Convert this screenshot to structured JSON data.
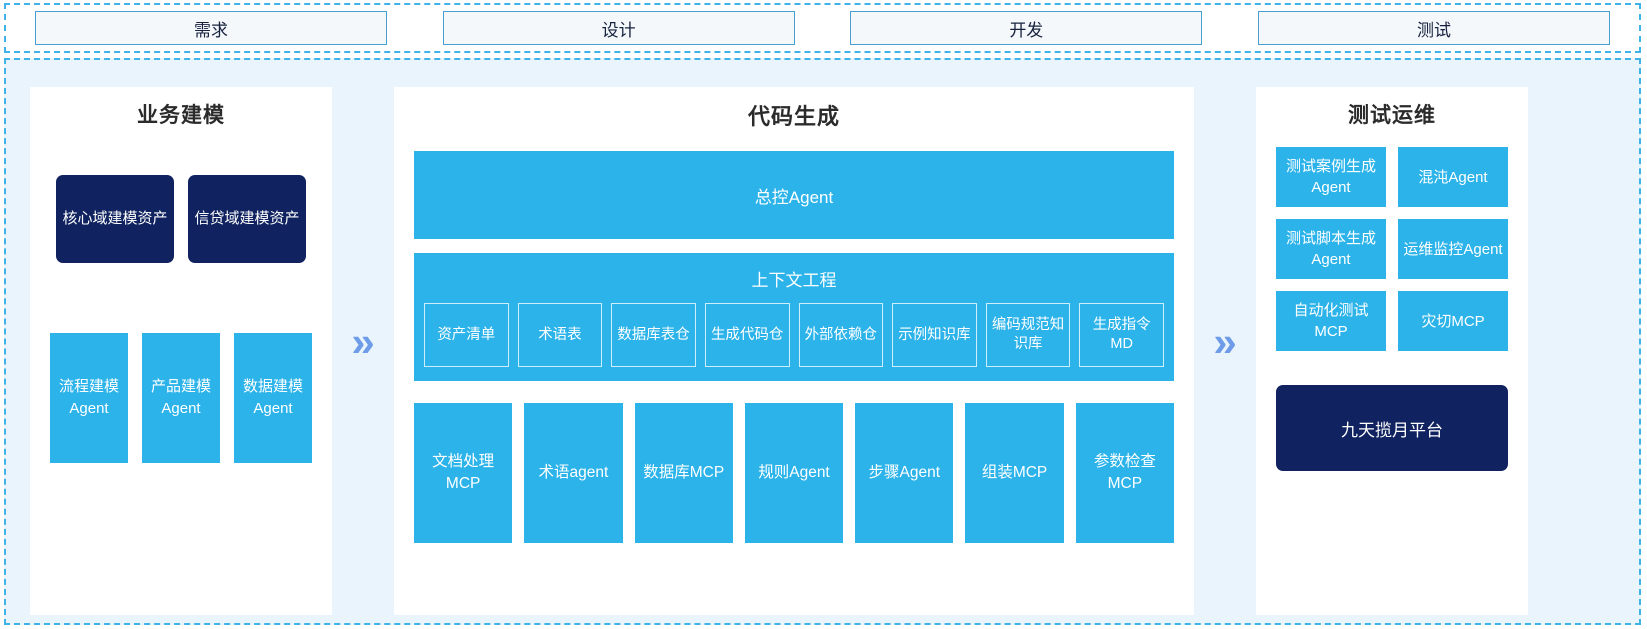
{
  "phases": [
    {
      "label": "需求"
    },
    {
      "label": "设计"
    },
    {
      "label": "开发"
    },
    {
      "label": "测试"
    }
  ],
  "separators": {
    "chevron_glyph": "»",
    "chevron_color": "#6f9ce8"
  },
  "colors": {
    "accent_blue": "#2bb3ea",
    "dark_navy": "#102360",
    "panel_bg": "#eaf4fd",
    "border_dashed": "#3fb3e8"
  },
  "panels": {
    "business_modeling": {
      "title": "业务建模",
      "assets": [
        {
          "label": "核心域建模资产"
        },
        {
          "label": "信贷域建模资产"
        }
      ],
      "agents": [
        {
          "label": "流程建模Agent"
        },
        {
          "label": "产品建模Agent"
        },
        {
          "label": "数据建模Agent"
        }
      ]
    },
    "code_generation": {
      "title": "代码生成",
      "master_agent": "总控Agent",
      "context_engineering": {
        "title": "上下文工程",
        "items": [
          {
            "label": "资产清单"
          },
          {
            "label": "术语表"
          },
          {
            "label": "数据库表仓"
          },
          {
            "label": "生成代码仓"
          },
          {
            "label": "外部依赖仓"
          },
          {
            "label": "示例知识库"
          },
          {
            "label": "编码规范知识库"
          },
          {
            "label": "生成指令MD"
          }
        ]
      },
      "tools": [
        {
          "label": "文档处理MCP"
        },
        {
          "label": "术语agent"
        },
        {
          "label": "数据库MCP"
        },
        {
          "label": "规则Agent"
        },
        {
          "label": "步骤Agent"
        },
        {
          "label": "组装MCP"
        },
        {
          "label": "参数检查MCP"
        }
      ]
    },
    "test_ops": {
      "title": "测试运维",
      "cards": [
        {
          "label": "测试案例生成Agent"
        },
        {
          "label": "混沌Agent"
        },
        {
          "label": "测试脚本生成Agent"
        },
        {
          "label": "运维监控Agent"
        },
        {
          "label": "自动化测试MCP"
        },
        {
          "label": "灾切MCP"
        }
      ],
      "platform": "九天揽月平台"
    }
  }
}
